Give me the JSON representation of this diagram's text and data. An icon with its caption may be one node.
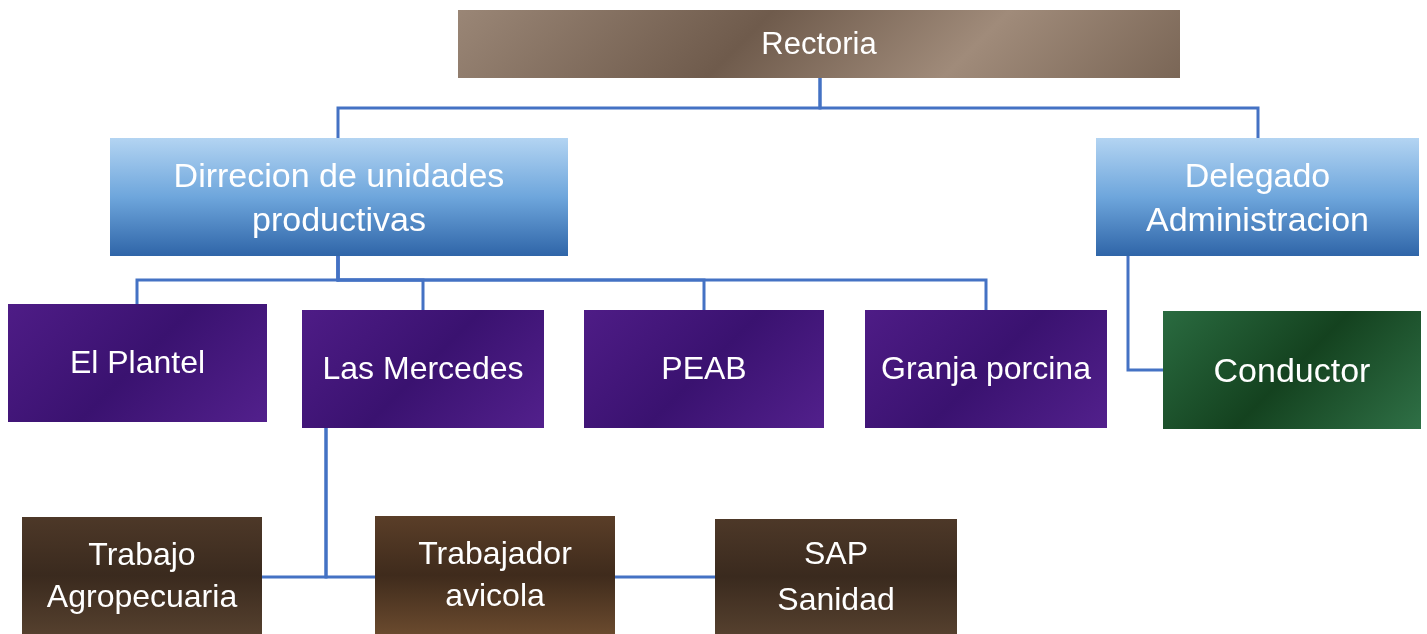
{
  "diagram": {
    "nodes": [
      {
        "text": [
          "Rectoria"
        ]
      },
      {
        "text": [
          "Dirrecion de unidades productivas"
        ]
      },
      {
        "text": [
          "Delegado Administracion"
        ]
      },
      {
        "text": [
          "El Plantel"
        ]
      },
      {
        "text": [
          "Las Mercedes"
        ]
      },
      {
        "text": [
          "PEAB"
        ]
      },
      {
        "text": [
          "Granja porcina"
        ]
      },
      {
        "text": [
          "Conductor"
        ]
      },
      {
        "text": [
          "Trabajo Agropecuaria"
        ]
      },
      {
        "text": [
          "Trabajador avicola"
        ]
      },
      {
        "text": [
          "SAP",
          "Sanidad"
        ]
      }
    ],
    "edges": [
      {
        "from": 0,
        "to": 1,
        "arrow": "none"
      },
      {
        "from": 0,
        "to": 2,
        "arrow": "none"
      },
      {
        "from": 1,
        "to": 3,
        "arrow": "none"
      },
      {
        "from": 1,
        "to": 4,
        "arrow": "none"
      },
      {
        "from": 1,
        "to": 5,
        "arrow": "none"
      },
      {
        "from": 1,
        "to": 6,
        "arrow": "none"
      },
      {
        "from": 2,
        "to": 7,
        "arrow": "none"
      },
      {
        "from": 4,
        "to": 8,
        "arrow": "none"
      },
      {
        "from": 4,
        "to": 9,
        "arrow": "none"
      },
      {
        "from": 9,
        "to": 10,
        "arrow": "none"
      }
    ]
  }
}
